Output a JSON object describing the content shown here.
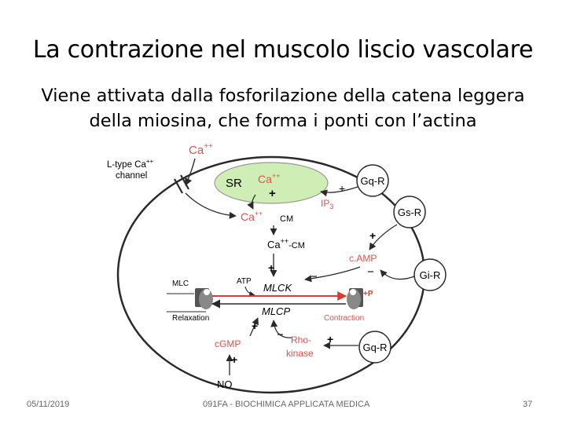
{
  "slide": {
    "title": "La contrazione nel muscolo liscio vascolare",
    "subtitle_line1": "Viene attivata dalla fosforilazione della catena leggera",
    "subtitle_line2": "della miosina, che forma i ponti con l’actina"
  },
  "diagram": {
    "ca_outside": "Ca",
    "ca_outside_charge": "++",
    "channel_line1": "L-type Ca",
    "channel_charge": "++",
    "channel_line2": "channel",
    "sr": "SR",
    "sr_ca": "Ca",
    "sr_ca_charge": "++",
    "sr_plus": "+",
    "ip3": "IP",
    "ip3_sub": "3",
    "ip3_plus": "+",
    "gq_r_top": "Gq-R",
    "gs_r": "Gs-R",
    "gi_r": "Gi-R",
    "gq_r_bottom": "Gq-R",
    "ca_cm_left_ca": "Ca",
    "ca_cm_left_charge": "++",
    "ca_cm_left_cm": "CM",
    "ca_cm_complex": "Ca",
    "ca_cm_complex_charge": "++",
    "ca_cm_complex_cm": "-CM",
    "camp": "c.AMP",
    "plus_gs_camp": "+",
    "minus_gi_camp": "−",
    "plus_cacm_mlck": "+",
    "minus_camp_mlck": "−",
    "mlc": "MLC",
    "atp": "ATP",
    "mlck": "MLCK",
    "p_label": "P",
    "relaxation": "Relaxation",
    "contraction": "Contraction",
    "mlcp": "MLCP",
    "plus_cgmp_mlcp": "+",
    "minus_rho_mlcp": "−",
    "cgmp": "cGMP",
    "rho_line1": "Rho-",
    "rho_line2": "kinase",
    "plus_gq_rho": "+",
    "plus_no_cgmp": "+",
    "no": "NO"
  },
  "footer": {
    "date": "05/11/2019",
    "course": "091FA - BIOCHIMICA APPLICATA MEDICA",
    "page": "37"
  },
  "colors": {
    "red_label": "#d9534f",
    "sr_fill": "#cfeeb5",
    "arrow_red": "#e03a2f",
    "line": "#2a2a2a"
  }
}
